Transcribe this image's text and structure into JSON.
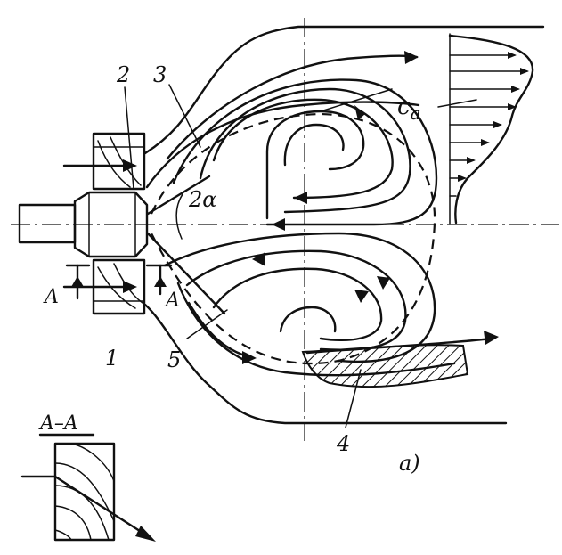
{
  "labels": {
    "swirler": "1",
    "nozzle": "2",
    "recirculation_zone": "3",
    "wall_zone": "4",
    "fuel_cone": "5",
    "cone_angle": "2α",
    "velocity": "c",
    "velocity_subscript": "a",
    "section_mark": "A",
    "section_title": "A–A",
    "figure_tag": "a)"
  }
}
